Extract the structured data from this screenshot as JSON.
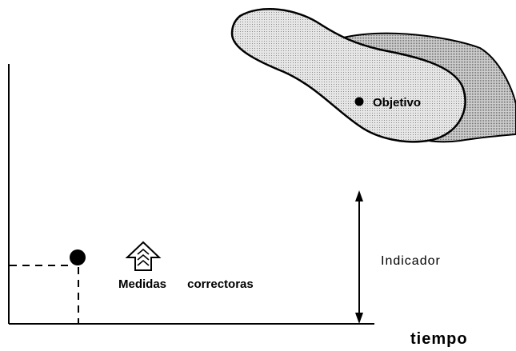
{
  "labels": {
    "objetivo": "Objetivo",
    "medidas_correctoras": "Medidas correctoras",
    "indicador": "Indicador",
    "tiempo": "tiempo"
  },
  "colors": {
    "ink": "#000000",
    "region_fill": "#d9d9d9",
    "background": "#ffffff"
  },
  "icons": {
    "up_arrow": "hatched-up-arrow-icon"
  }
}
